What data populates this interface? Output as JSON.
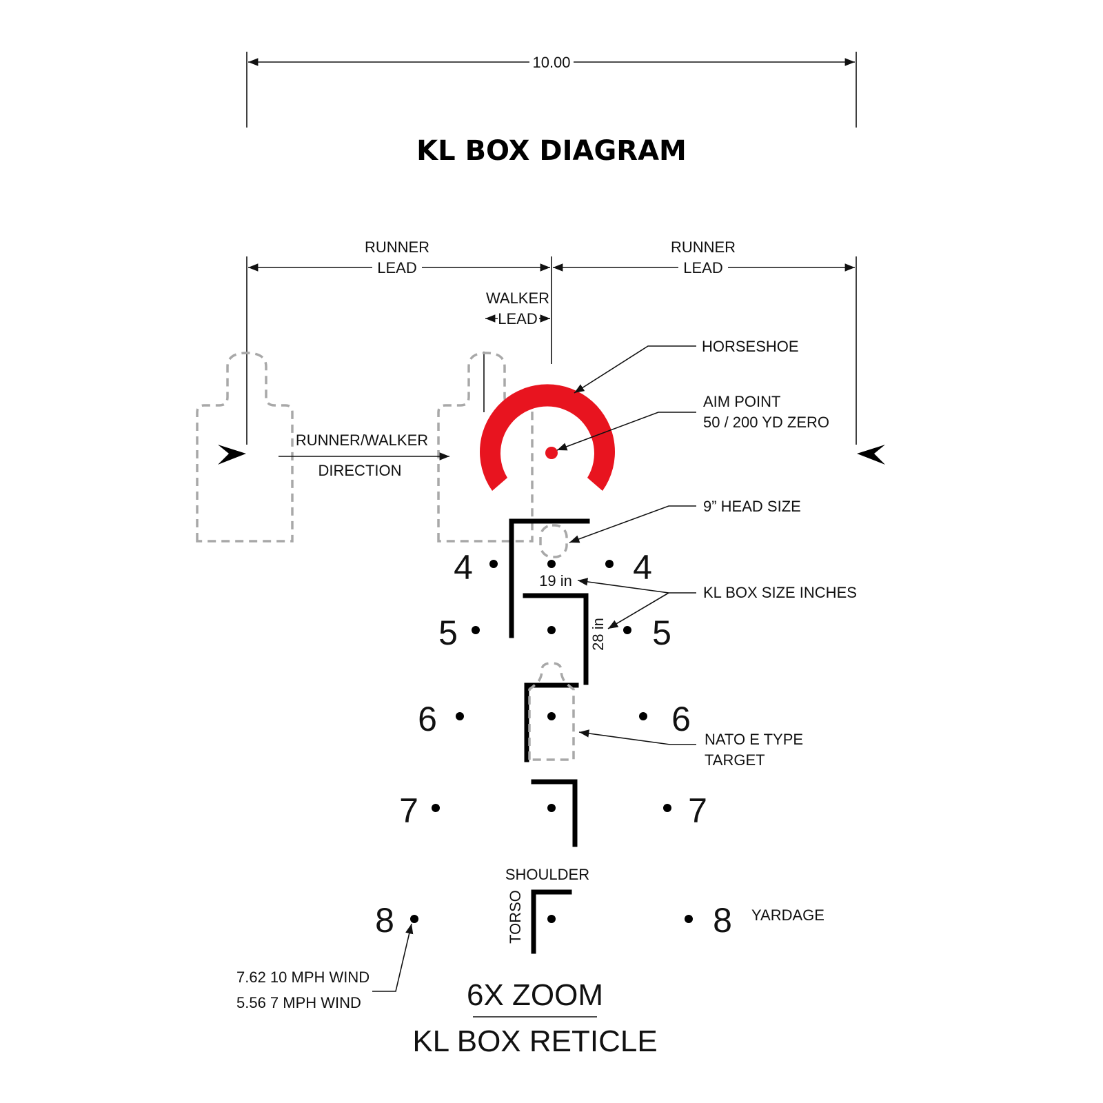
{
  "title": "KL BOX DIAGRAM",
  "dimension_top": "10.00",
  "runner_lead_left": [
    "RUNNER",
    "LEAD"
  ],
  "runner_lead_right": [
    "RUNNER",
    "LEAD"
  ],
  "walker_lead": [
    "WALKER",
    "LEAD"
  ],
  "direction_label": [
    "RUNNER/WALKER",
    "DIRECTION"
  ],
  "callouts": {
    "horseshoe": "HORSESHOE",
    "aim_point": [
      "AIM POINT",
      "50 / 200 YD ZERO"
    ],
    "head_size": "9” HEAD SIZE",
    "kl_box_size": "KL BOX SIZE INCHES",
    "nato_target": [
      "NATO E TYPE",
      "TARGET"
    ],
    "yardage": "YARDAGE",
    "wind": [
      "7.62 10 MPH WIND",
      "5.56  7 MPH WIND"
    ]
  },
  "box_dims": {
    "width": "19 in",
    "height": "28 in"
  },
  "torso_labels": {
    "shoulder": "SHOULDER",
    "torso": "TORSO"
  },
  "yardage_marks": [
    "4",
    "5",
    "6",
    "7",
    "8"
  ],
  "footer": {
    "zoom": "6X ZOOM",
    "reticle": "KL BOX RETICLE"
  },
  "colors": {
    "horseshoe": "#e8141f",
    "target_outline": "#a8a8a8",
    "ink": "#000000"
  }
}
